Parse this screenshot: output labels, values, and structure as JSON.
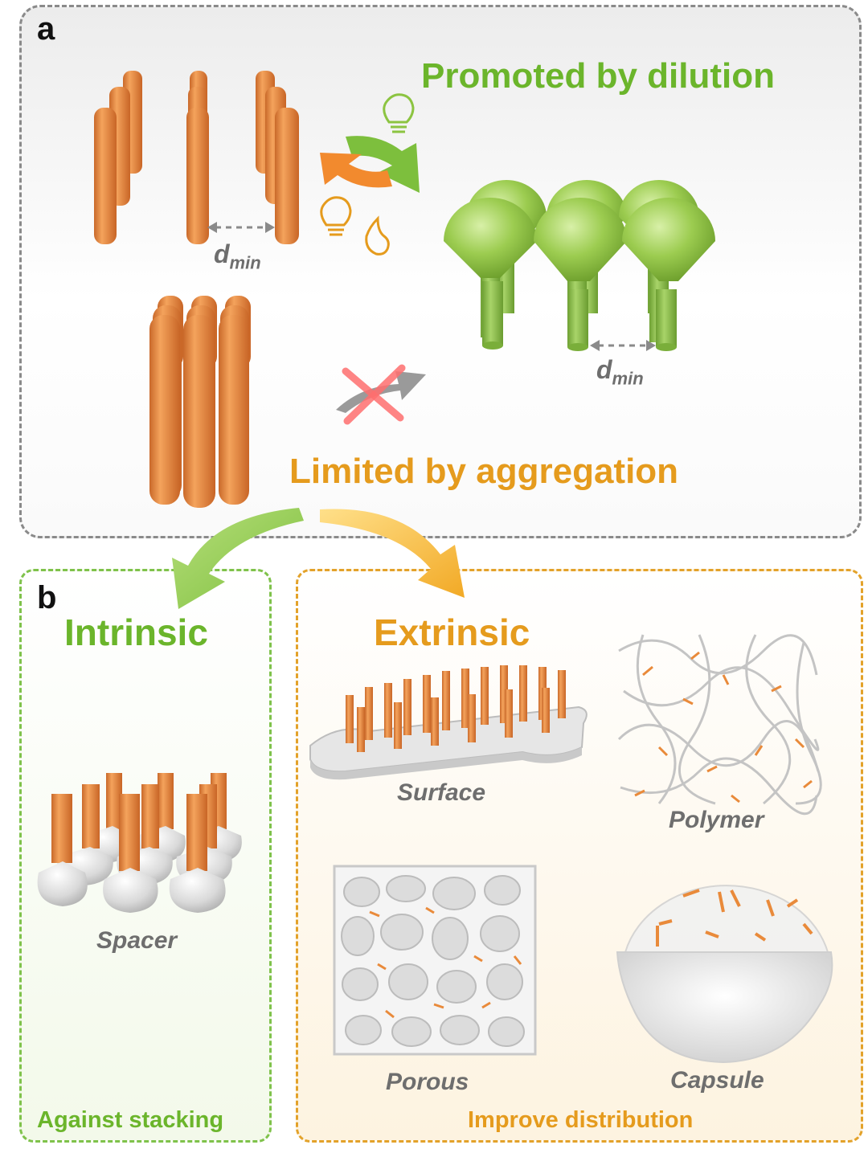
{
  "panel_a": {
    "letter": "a",
    "promoted_title": "Promoted by dilution",
    "limited_title": "Limited by aggregation",
    "dmin_left": {
      "base": "d",
      "sub": "min"
    },
    "dmin_right": {
      "base": "d",
      "sub": "min"
    }
  },
  "panel_b": {
    "letter": "b",
    "intrinsic": {
      "title": "Intrinsic",
      "item_label": "Spacer",
      "footer": "Against stacking"
    },
    "extrinsic": {
      "title": "Extrinsic",
      "items": [
        "Surface",
        "Polymer",
        "Porous",
        "Capsule"
      ],
      "footer": "Improve distribution"
    }
  },
  "colors": {
    "green": "#6bb52b",
    "orange": "#e59b1d",
    "rod_orange": "#ea8a3c",
    "bulb_green": "#9acd4f",
    "gray_text": "#6e6e6e"
  },
  "icons": [
    "lightbulb-icon",
    "flame-icon",
    "cycle-arrows-icon",
    "blocked-arrow-icon"
  ]
}
